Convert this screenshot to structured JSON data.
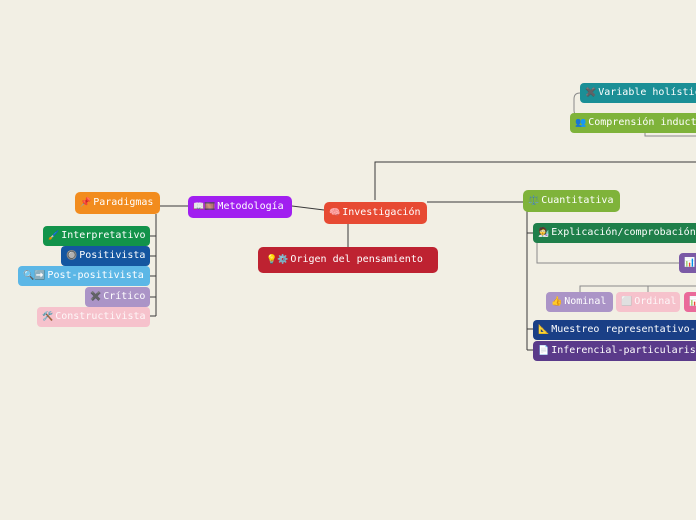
{
  "nodes": {
    "variable": {
      "label": "Variable holístic",
      "icon": "✖️",
      "color": "#1b8f96"
    },
    "comprension": {
      "label": "Comprensión induct",
      "icon": "👥",
      "color": "#7fb33a"
    },
    "paradigmas": {
      "label": "Paradigmas",
      "icon": "📌",
      "color": "#f28c1e"
    },
    "metodologia": {
      "label": "Metodología",
      "icon": "📖🎞️",
      "color": "#a11ff0"
    },
    "investigacion": {
      "label": "Investigación",
      "icon": "🧠",
      "color": "#e74a33"
    },
    "cuantitativa": {
      "label": "Cuantitativa",
      "icon": "⚖️",
      "color": "#7fb33a"
    },
    "interpretativo": {
      "label": "Interpretativo",
      "icon": "🖌️",
      "color": "#12934a"
    },
    "positivista": {
      "label": "Positivista",
      "icon": "🔘",
      "color": "#1456a0"
    },
    "postpositivista": {
      "label": "Post-positivista",
      "icon": "🔍➡️",
      "color": "#5cb7e6"
    },
    "critico": {
      "label": "Crítico",
      "icon": "✖️",
      "color": "#ab94c7"
    },
    "constructivista": {
      "label": "Constructivista",
      "icon": "🛠️",
      "color": "#f6c2cc"
    },
    "origen": {
      "label": "Origen del pensamiento",
      "icon": "💡⚙️",
      "color": "#be2231"
    },
    "explicacion": {
      "label": "Explicación/comprobación",
      "icon": "🧑‍🔬",
      "color": "#1f7f4a"
    },
    "purple_right": {
      "label": "",
      "icon": "📊",
      "color": "#7b5aa6"
    },
    "nominal": {
      "label": "Nominal",
      "icon": "👍",
      "color": "#ab94c7"
    },
    "ordinal": {
      "label": "Ordinal",
      "icon": "⬜",
      "color": "#f6c2cc"
    },
    "pink_right": {
      "label": "",
      "icon": "📊",
      "color": "#ea6a9a"
    },
    "muestreo": {
      "label": "Muestreo representativo-",
      "icon": "📐",
      "color": "#1a3f86"
    },
    "inferencial": {
      "label": "Inferencial-particularis",
      "icon": "📄",
      "color": "#5a3a8a"
    }
  },
  "colors": {
    "background": "#f2efe4",
    "connector": "#3a3a3a"
  }
}
